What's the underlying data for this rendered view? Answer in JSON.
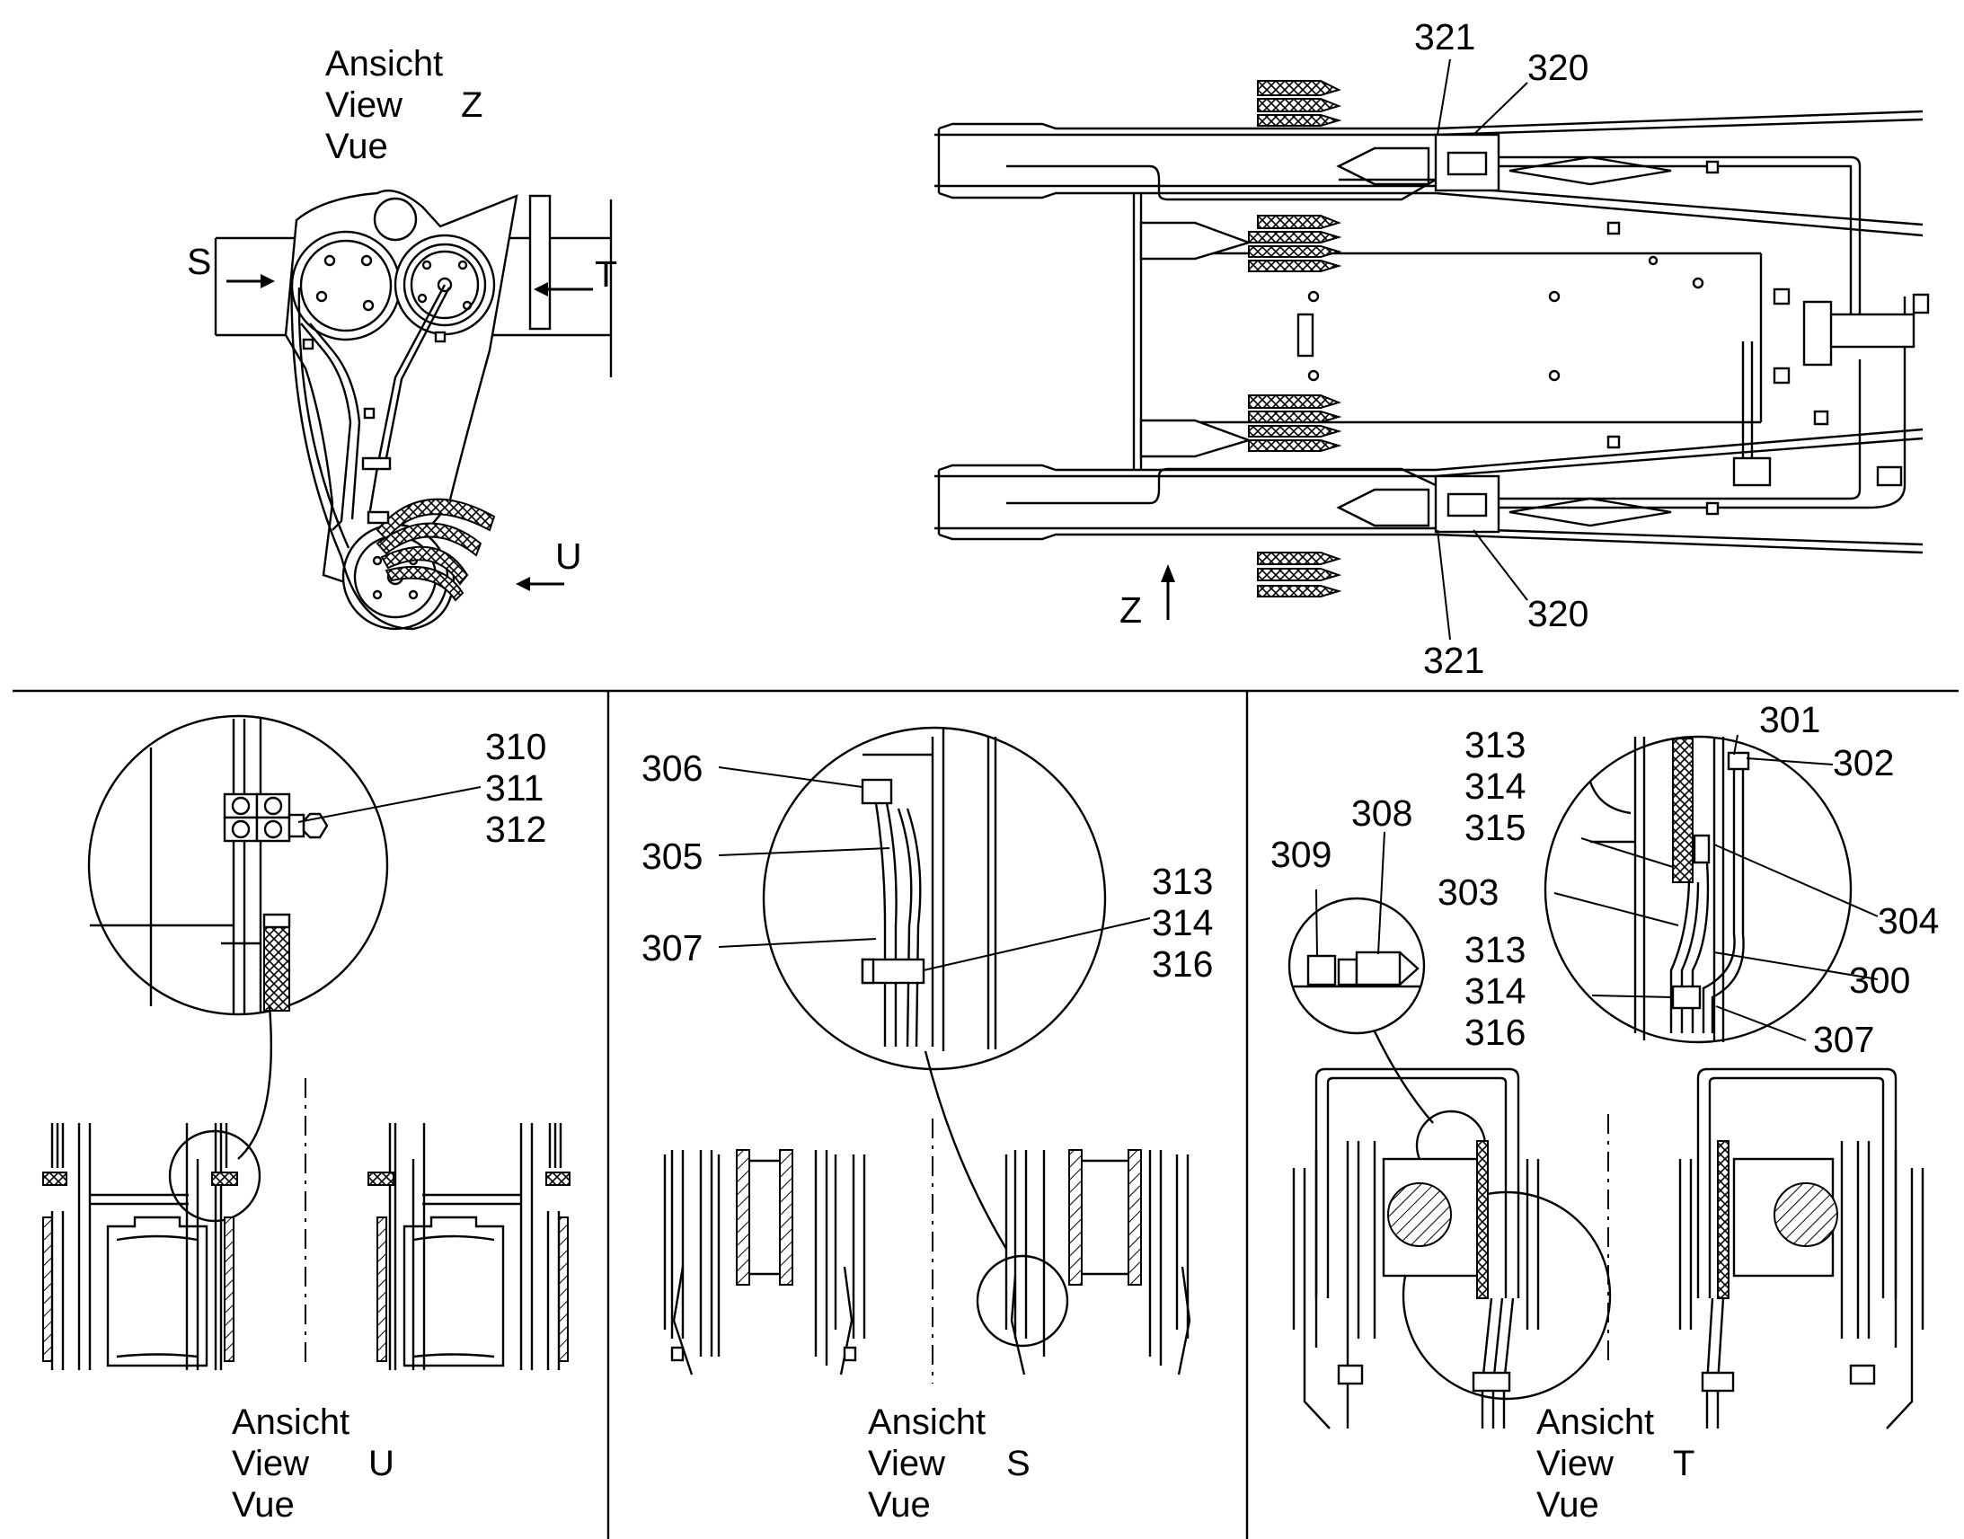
{
  "views": {
    "z": {
      "line1": "Ansicht",
      "line2": "View",
      "letter": "Z",
      "line3": "Vue"
    },
    "u": {
      "line1": "Ansicht",
      "line2": "View",
      "letter": "U",
      "line3": "Vue"
    },
    "s": {
      "line1": "Ansicht",
      "line2": "View",
      "letter": "S",
      "line3": "Vue"
    },
    "t": {
      "line1": "Ansicht",
      "line2": "View",
      "letter": "T",
      "line3": "Vue"
    }
  },
  "arrows": {
    "s": "S",
    "t": "T",
    "u": "U",
    "z": "Z"
  },
  "callouts": {
    "top_321_upper": "321",
    "top_320_upper": "320",
    "top_320_lower": "320",
    "top_321_lower": "321",
    "u_310": "310",
    "u_311": "311",
    "u_312": "312",
    "s_306": "306",
    "s_305": "305",
    "s_307": "307",
    "s_313": "313",
    "s_314": "314",
    "s_316": "316",
    "t_313a": "313",
    "t_314a": "314",
    "t_315": "315",
    "t_301": "301",
    "t_302": "302",
    "t_309": "309",
    "t_308": "308",
    "t_303": "303",
    "t_304": "304",
    "t_313b": "313",
    "t_314b": "314",
    "t_316": "316",
    "t_300": "300",
    "t_307": "307"
  }
}
